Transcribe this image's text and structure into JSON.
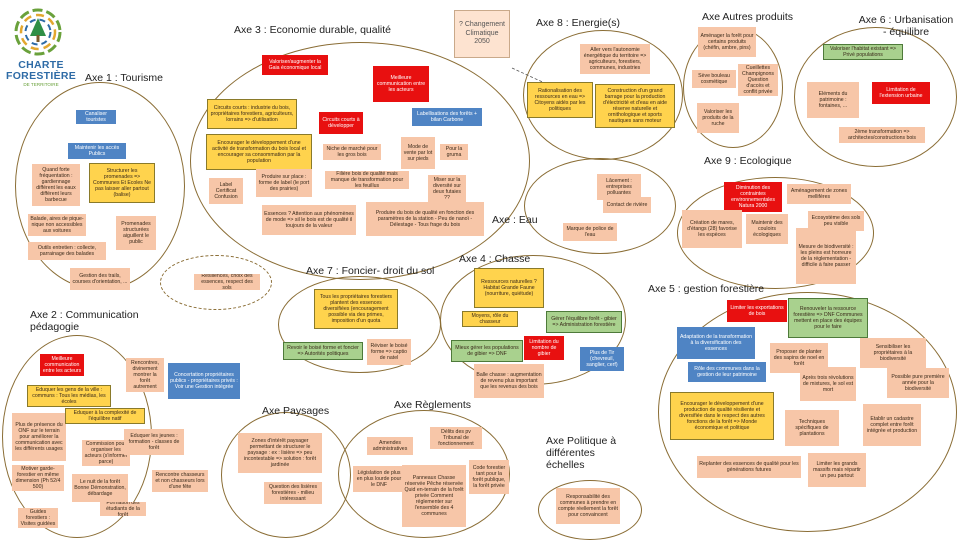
{
  "logo": {
    "title_line1": "CHARTE",
    "title_line2": "FORESTIÈRE",
    "subtitle": "DE TERRITOIRE",
    "colors": {
      "tree": "#2f8f46",
      "ring1": "#6aa13b",
      "ring2": "#e3a72f",
      "ring3": "#2e6ba6",
      "ring4": "#d2432a"
    }
  },
  "axes": {
    "tourisme": "Axe 1 : Tourisme",
    "communication": "Axe 2 : Communication pédagogie",
    "economie": "Axe 3 : Economie durable, qualité",
    "foncier": "Axe 7 : Foncier- droit du sol",
    "paysages": "Axe Paysages",
    "eau": "Axe : Eau",
    "chasse": "Axe 4 : Chasse",
    "reglements": "Axe Règlements",
    "politique": "Axe Politique à différentes échelles",
    "energie": "Axe 8 : Energie(s)",
    "autres_produits": "Axe Autres produits",
    "urbanisation": "Axe 6 : Urbanisation - équilibre",
    "ecologique": "Axe 9 : Ecologique",
    "gestion": "Axe 5 : gestion forestière"
  },
  "colors": {
    "ellipse_border": "#8a6d35",
    "peach": "#f7c6a8",
    "yellow": "#ffd34d",
    "red": "#e81010",
    "blue": "#4f84c4",
    "green": "#a9d18e"
  },
  "notes": [
    {
      "id": "climat",
      "color": "pale",
      "text": "? Changement Climatique 2050"
    },
    {
      "id": "t1",
      "color": "blue",
      "text": "Canaliser touristes"
    },
    {
      "id": "t2",
      "color": "blue",
      "text": "Maintenir les accès Publics"
    },
    {
      "id": "t3",
      "color": "peach",
      "text": "Quand forte fréquentation : gardiennage différent les eaux différent leurs barbecue"
    },
    {
      "id": "t4",
      "color": "yellow",
      "text": "Structurer les promenades => Communes Et Ecoles Ne pas laisser aller partout (balise)"
    },
    {
      "id": "t5",
      "color": "peach",
      "text": "Balade, aires de pique-nique non accessibles aux voitures"
    },
    {
      "id": "t6",
      "color": "peach",
      "text": "Outils entretien : collecte, parrainage des balades"
    },
    {
      "id": "t7",
      "color": "peach",
      "text": "Promenades structurées aiguillent le public"
    },
    {
      "id": "t8",
      "color": "peach",
      "text": "Gestion des trails, courses d'orientation, ..."
    },
    {
      "id": "e1",
      "color": "red",
      "text": "Valoriser/augmenter la Gaia économique local"
    },
    {
      "id": "e2",
      "color": "red",
      "text": "Meilleure communication entre les acteurs"
    },
    {
      "id": "e3",
      "color": "yellow",
      "text": "Circuits courts : industrie du bois, propriétaires forestiers, agriculteurs, lorrains => d'utilisation"
    },
    {
      "id": "e4",
      "color": "red",
      "text": "Circuits courts à développer"
    },
    {
      "id": "e5",
      "color": "blue",
      "text": "Labellisations des forêts + bilan Carbone"
    },
    {
      "id": "e6",
      "color": "yellow",
      "text": "Encourager le développement d'une activité de transformation du bois local et encourager sa consommation par la population"
    },
    {
      "id": "e7",
      "color": "peach",
      "text": "Niche de marché pour les gros bois"
    },
    {
      "id": "e8",
      "color": "peach",
      "text": "Mode de vente par lot sur pieds"
    },
    {
      "id": "e9",
      "color": "peach",
      "text": "Pour la gruma"
    },
    {
      "id": "e10",
      "color": "peach",
      "text": "Filière bois de qualité mais manque de transformation pour les feuillus"
    },
    {
      "id": "e11",
      "color": "peach",
      "text": "Label Certificat Confusion"
    },
    {
      "id": "e12",
      "color": "peach",
      "text": "Produire sur place : forme de label (le port des prairies)"
    },
    {
      "id": "e13",
      "color": "peach",
      "text": "Miser sur la diversité sur deux futaies ??"
    },
    {
      "id": "e14",
      "color": "peach",
      "text": "Essences ? Attention aux phénomènes de mode => sil le bois est de qualité il toujours de la valeur"
    },
    {
      "id": "e15",
      "color": "peach",
      "text": "Produire du bois de qualité en fonction des paramètres de la station - Peu de nanoï - Délestage - Tous frage du bois"
    },
    {
      "id": "rel",
      "color": "peach",
      "text": "Résiliences, choix des essences, respect des sols"
    },
    {
      "id": "c1",
      "color": "red",
      "text": "Meilleure communication entre les acteurs"
    },
    {
      "id": "c2",
      "color": "peach",
      "text": "Rencontres, divinement montrer la forêt autrement"
    },
    {
      "id": "c3",
      "color": "yellow",
      "text": "Eduquer les gens de la ville : communs : Tous les médias, les écoles"
    },
    {
      "id": "c4",
      "color": "blue",
      "text": "Concertation propriétaires publics - propriétaires privés : Voir une Gestion intégrée"
    },
    {
      "id": "c5",
      "color": "peach",
      "text": "Plus de présence du ONF sur le terrain pour améliorer la communication avec les différents usages"
    },
    {
      "id": "c6",
      "color": "yellow",
      "text": "Eduquer à la complexité de l'équilibre natif"
    },
    {
      "id": "c7",
      "color": "peach",
      "text": "Commission pour organiser les acteurs (s'informer parce)"
    },
    {
      "id": "c8",
      "color": "peach",
      "text": "Eduquer les jeunes : formation - classes de forêt"
    },
    {
      "id": "c9",
      "color": "peach",
      "text": "Motiver garde-forestier en même dimension (Ph 52/4 500)"
    },
    {
      "id": "c10",
      "color": "peach",
      "text": "Le nuit de la forêt Bonne Démonstration, débardage"
    },
    {
      "id": "c11",
      "color": "peach",
      "text": "Rencontre chasseurs et non chasseurs lors d'une fête"
    },
    {
      "id": "c12",
      "color": "peach",
      "text": "Formation des étudiants de la forêt"
    },
    {
      "id": "c13",
      "color": "peach",
      "text": "Guides forestiers : Visites guidées"
    },
    {
      "id": "f1",
      "color": "yellow",
      "text": "Tous les propriétaires forestiers plantent des essences diversifiées (encouragement possible via des primes, imposition d'un quota"
    },
    {
      "id": "f2",
      "color": "green",
      "text": "Revoir le boisé forme et foncier => Autorités politiques"
    },
    {
      "id": "f3",
      "color": "peach",
      "text": "Réviser le boisé forme => captio de natel"
    },
    {
      "id": "p1",
      "color": "peach",
      "text": "Zones d'intérêt paysager permettant de structurer le paysage : ex : lisière => peu incontestable => solution : forêt jardinée"
    },
    {
      "id": "p2",
      "color": "peach",
      "text": "Question des lisières forestières - milieu intéressant"
    },
    {
      "id": "r1",
      "color": "peach",
      "text": "Amendes administratives"
    },
    {
      "id": "r2",
      "color": "peach",
      "text": "Délits des pv Tribunal de fonctionnement"
    },
    {
      "id": "r3",
      "color": "peach",
      "text": "Législation de plus en plus lourde pour le DNF"
    },
    {
      "id": "r4",
      "color": "peach",
      "text": "Panneaux Chasse réservée Pêche réservée Quid en-terrain de la forêt privée Comment réglementer sur l'ensemble des 4 communes"
    },
    {
      "id": "r5",
      "color": "peach",
      "text": "Code forestier tant pour la forêt publique, la forêt privée"
    },
    {
      "id": "pol1",
      "color": "peach",
      "text": "Responsabilité des communes à prendre en compte réellement la forêt pour convaincent"
    },
    {
      "id": "w1",
      "color": "peach",
      "text": "Lâcement : entreprises polluantes"
    },
    {
      "id": "w2",
      "color": "peach",
      "text": "Contact de rivière"
    },
    {
      "id": "w3",
      "color": "peach",
      "text": "Marque de police de l'eau"
    },
    {
      "id": "ch1",
      "color": "yellow",
      "text": "Ressources naturelles ? Habitat Grande Faune (nourriture, quiétude)"
    },
    {
      "id": "ch2",
      "color": "yellow",
      "text": "Moyens, rôle du chasseur"
    },
    {
      "id": "ch3",
      "color": "green",
      "text": "Gérer l'équilibre forêt - gibier => Administration forestière"
    },
    {
      "id": "ch4",
      "color": "red",
      "text": "Limitation du nombre de gibier"
    },
    {
      "id": "ch5",
      "color": "green",
      "text": "Mieux gérer les populations de gibier => DNF"
    },
    {
      "id": "ch6",
      "color": "blue",
      "text": "Plus de Tir (chevreuil, sanglier, cerf)"
    },
    {
      "id": "ch7",
      "color": "peach",
      "text": "Balle chasse : augmentation de revenu plus important que les revenus des bois"
    },
    {
      "id": "en1",
      "color": "peach",
      "text": "Aller vers l'autonomie énergétique du territoire => agriculteurs, forestiers, communes, industries"
    },
    {
      "id": "en2",
      "color": "yellow",
      "text": "Rationalisation des ressources en eau => Citoyens aidés par les politiques"
    },
    {
      "id": "en3",
      "color": "yellow",
      "text": "Construction d'un grand barrage pour la production d'électricité et d'eau en aide réserve naturelle et ornithologique et sports nautiques sans moteur"
    },
    {
      "id": "ap1",
      "color": "peach",
      "text": "Aménager la forêt pour certains produits (chéfin, ambre, pins)"
    },
    {
      "id": "ap2",
      "color": "peach",
      "text": "Sève bouleau cosmétique"
    },
    {
      "id": "ap3",
      "color": "peach",
      "text": "Cueillettes Champignons Question d'accès et conflit privée"
    },
    {
      "id": "ap4",
      "color": "peach",
      "text": "Valoriser les produits de la ruche"
    },
    {
      "id": "u1",
      "color": "green",
      "text": "Valoriser l'habitat existant => Privé populations"
    },
    {
      "id": "u2",
      "color": "peach",
      "text": "Eléments du patrimoine : fontaines, ..."
    },
    {
      "id": "u3",
      "color": "red",
      "text": "Limitation de l'extension urbaine"
    },
    {
      "id": "u4",
      "color": "peach",
      "text": "2ème transformation => architectes/constructions bois"
    },
    {
      "id": "ec1",
      "color": "red",
      "text": "Diminution des contraintes environnementales Natura 2000"
    },
    {
      "id": "ec2",
      "color": "peach",
      "text": "Aménagement de zones mellifères"
    },
    {
      "id": "ec3",
      "color": "peach",
      "text": "Création de mares, d'étangs (28) favorise les espèces"
    },
    {
      "id": "ec4",
      "color": "peach",
      "text": "Maintenir des couloirs écologiques"
    },
    {
      "id": "ec5",
      "color": "peach",
      "text": "Ecosystème des sols peu visible"
    },
    {
      "id": "ec6",
      "color": "peach",
      "text": "Mesure de biodiversité : les pleins est horreure de la réglementation - difficile à faire passer"
    },
    {
      "id": "g1",
      "color": "red",
      "text": "Limiter les exportations de bois"
    },
    {
      "id": "g2",
      "color": "green",
      "text": "Renouveler la ressource forestière => DNF Communes mettent en place des équipes pour le faire"
    },
    {
      "id": "g3",
      "color": "blue",
      "text": "Adaptation de la transformation à la diversification des essences"
    },
    {
      "id": "g4",
      "color": "peach",
      "text": "Proposer de planter des sapins de noel en forêt"
    },
    {
      "id": "g5",
      "color": "peach",
      "text": "Sensibiliser les propriétaires à la biodiversité"
    },
    {
      "id": "g6",
      "color": "blue",
      "text": "Rôle des communes dans la gestion de leur patrimoine"
    },
    {
      "id": "g7",
      "color": "peach",
      "text": "Après trois révolutions de mixtures, le sol est mort"
    },
    {
      "id": "g8",
      "color": "peach",
      "text": "Possible pure première année pour la biodiversité"
    },
    {
      "id": "g9",
      "color": "yellow",
      "text": "Encourager le développement d'une production de qualité résiliente et diversifiée dans le respect des autres fonctions de la forêt => Monde économique et politique"
    },
    {
      "id": "g10",
      "color": "peach",
      "text": "Techniques spécifiques de plantations"
    },
    {
      "id": "g11",
      "color": "peach",
      "text": "Etablir un cadastre complet entre forêt intégrée et production"
    },
    {
      "id": "g12",
      "color": "peach",
      "text": "Replanter des essences de qualité pour les générations futures"
    },
    {
      "id": "g13",
      "color": "peach",
      "text": "Limiter les grands massifs mais répartir un peu partout"
    }
  ]
}
